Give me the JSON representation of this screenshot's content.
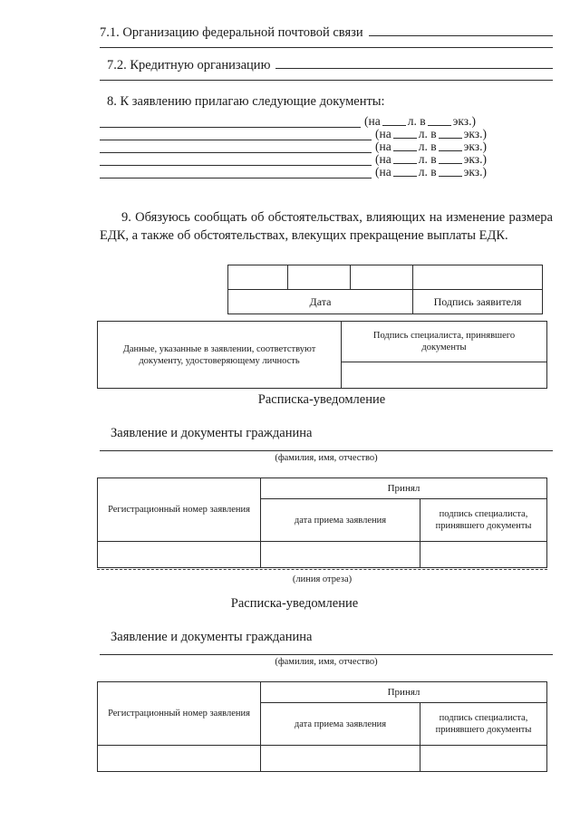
{
  "document": {
    "language": "ru",
    "kind": "Заявление ЕДК — приложение (расписка-уведомление)"
  },
  "options": {
    "item_7_1": {
      "label": "7.1. Организацию федеральной почтовой связи",
      "value": ""
    },
    "item_7_2": {
      "label": "7.2. Кредитную организацию",
      "value": ""
    }
  },
  "attachments": {
    "title": "8. К заявлению прилагаю следующие документы:",
    "tail_prefix": "(на",
    "tail_middle": "л. в",
    "tail_suffix": "экз.)",
    "rows": [
      {
        "document": "",
        "sheets": "",
        "copies": ""
      },
      {
        "document": "",
        "sheets": "",
        "copies": ""
      },
      {
        "document": "",
        "sheets": "",
        "copies": ""
      },
      {
        "document": "",
        "sheets": "",
        "copies": ""
      },
      {
        "document": "",
        "sheets": "",
        "copies": ""
      }
    ]
  },
  "obligation": {
    "text": "9. Обязуюсь сообщать об обстоятельствах, влияющих на изменение размера ЕДК, а также об обстоятельствах, влекущих прекращение выплаты ЕДК."
  },
  "date_signature_table": {
    "date_cells": [
      "",
      "",
      ""
    ],
    "signature_value": "",
    "date_caption": "Дата",
    "signature_caption": "Подпись заявителя"
  },
  "specialist_table": {
    "note": "Данные, указанные в заявлении, соответствуют документу, удостоверяющему личность",
    "signature_caption": "Подпись специалиста, принявшего документы",
    "signature_value": ""
  },
  "receipts": [
    {
      "title": "Расписка-уведомление",
      "subtitle": "Заявление и документы гражданина",
      "fio_value": "",
      "fio_caption": "(фамилия, имя, отчество)",
      "table": {
        "reg_number_header": "Регистрационный номер заявления",
        "accepted_header": "Принял",
        "date_header": "дата приема заявления",
        "signature_header": "подпись специалиста, принявшего документы",
        "reg_number_value": "",
        "date_value": "",
        "signature_value": ""
      }
    },
    {
      "title": "Расписка-уведомление",
      "subtitle": "Заявление и документы гражданина",
      "fio_value": "",
      "fio_caption": "(фамилия, имя, отчество)",
      "table": {
        "reg_number_header": "Регистрационный номер заявления",
        "accepted_header": "Принял",
        "date_header": "дата приема заявления",
        "signature_header": "подпись специалиста, принявшего документы",
        "reg_number_value": "",
        "date_value": "",
        "signature_value": ""
      }
    }
  ],
  "cut_line": {
    "caption": "(линия отреза)"
  }
}
